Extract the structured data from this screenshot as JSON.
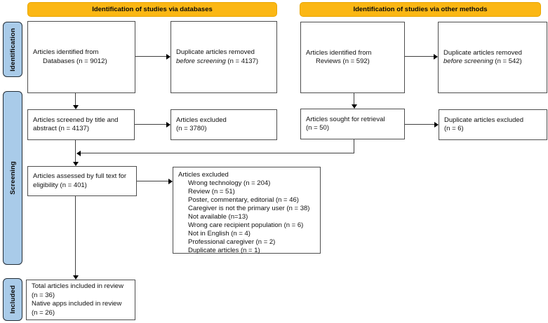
{
  "headers": {
    "databases": "Identification of studies via databases",
    "other_methods": "Identification of studies via other methods"
  },
  "stages": {
    "identification": "Identification",
    "screening": "Screening",
    "included": "Included"
  },
  "boxes": {
    "identified_databases": {
      "lines": [
        "Articles identified from",
        "Databases (n = 9012)"
      ]
    },
    "dup_removed_databases": {
      "line1": "Duplicate articles removed",
      "italic": "before screening",
      "rest": " (n = 4137)"
    },
    "identified_reviews": {
      "lines": [
        "Articles identified from",
        "Reviews (n = 592)"
      ]
    },
    "dup_removed_reviews": {
      "line1": "Duplicate articles removed",
      "italic": "before screening",
      "rest": " (n = 542)"
    },
    "screened_title_abstract": {
      "lines": [
        "Articles screened by title and",
        "abstract (n = 4137)"
      ]
    },
    "excluded_screening": {
      "lines": [
        "Articles excluded",
        "(n = 3780)"
      ]
    },
    "sought_retrieval": {
      "lines": [
        "Articles sought for retrieval",
        "(n = 50)"
      ]
    },
    "dup_excluded": {
      "lines": [
        "Duplicate articles excluded",
        "(n = 6)"
      ]
    },
    "full_text_assessed": {
      "lines": [
        "Articles assessed by full text for",
        "eligibility (n = 401)"
      ]
    },
    "full_text_excluded": {
      "title": "Articles excluded",
      "items": [
        "Wrong technology (n = 204)",
        "Review (n = 51)",
        "Poster, commentary, editorial (n = 46)",
        "Caregiver is not the primary user (n = 38)",
        "Not available (n=13)",
        "Wrong care recipient population (n = 6)",
        "Not in English (n = 4)",
        "Professional caregiver (n = 2)",
        "Duplicate articles (n = 1)"
      ]
    },
    "included_review": {
      "lines": [
        "Total articles included in review",
        "(n = 36)",
        "Native apps included in review",
        "(n = 26)"
      ]
    }
  },
  "colors": {
    "header_fill": "#FBB714",
    "header_border": "#E9A602",
    "stage_fill": "#A9CBE9",
    "stage_border": "#232D36",
    "box_border": "#4E4E4E",
    "line": "#404040"
  }
}
